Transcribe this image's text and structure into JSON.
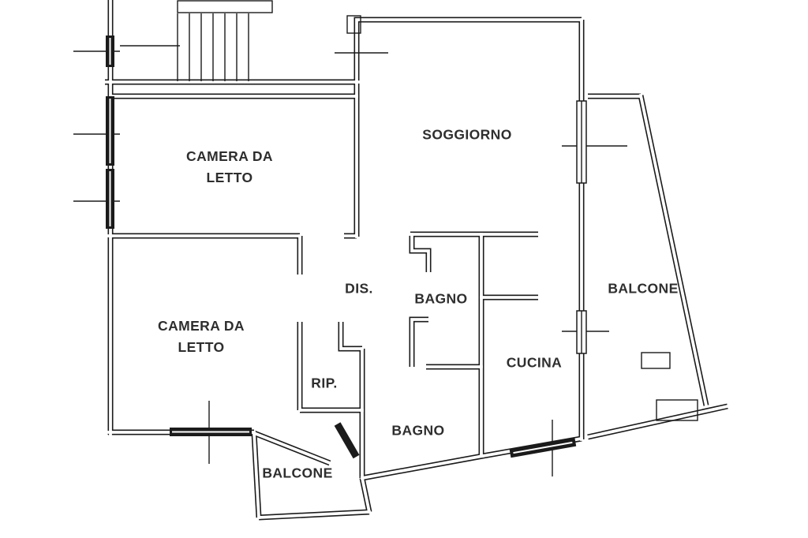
{
  "plan": {
    "rooms": {
      "bedroom_top": {
        "line1": "CAMERA DA",
        "line2": "LETTO"
      },
      "living_room": {
        "label": "SOGGIORNO"
      },
      "bedroom_left": {
        "line1": "CAMERA DA",
        "line2": "LETTO"
      },
      "hallway": {
        "label": "DIS."
      },
      "bathroom_center": {
        "label": "BAGNO"
      },
      "balcony_right": {
        "label": "BALCONE"
      },
      "kitchen": {
        "label": "CUCINA"
      },
      "storage": {
        "label": "RIP."
      },
      "bathroom_bottom": {
        "label": "BAGNO"
      },
      "balcony_bottom": {
        "label": "BALCONE"
      }
    },
    "colors": {
      "wall": "#1b1b1b",
      "background": "#ffffff",
      "text": "#2e2e2e"
    }
  }
}
